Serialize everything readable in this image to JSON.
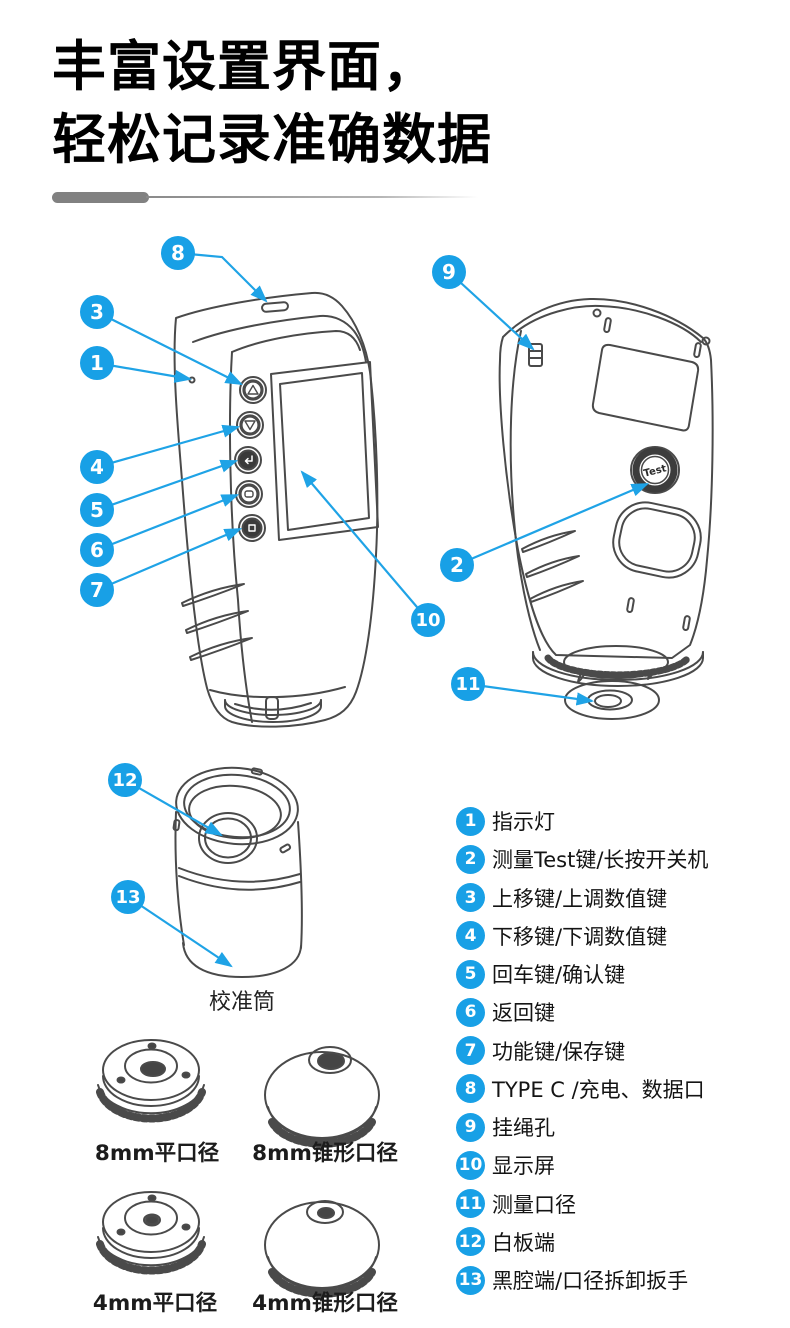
{
  "title": {
    "line1": "丰富设置界面，",
    "line2": "轻松记录准确数据"
  },
  "diagram": {
    "callouts": [
      "1",
      "2",
      "3",
      "4",
      "5",
      "6",
      "7",
      "8",
      "9",
      "10",
      "11",
      "12",
      "13"
    ],
    "test_button_label": "Test",
    "calibration_cylinder_label": "校准筒",
    "aperture_labels": [
      "8mm平口径",
      "8mm锥形口径",
      "4mm平口径",
      "4mm锥形口径"
    ]
  },
  "legend": {
    "items": [
      {
        "number": "1",
        "label": "指示灯"
      },
      {
        "number": "2",
        "label": "测量Test键/长按开关机"
      },
      {
        "number": "3",
        "label": "上移键/上调数值键"
      },
      {
        "number": "4",
        "label": "下移键/下调数值键"
      },
      {
        "number": "5",
        "label": "回车键/确认键"
      },
      {
        "number": "6",
        "label": "返回键"
      },
      {
        "number": "7",
        "label": "功能键/保存键"
      },
      {
        "number": "8",
        "label": "TYPE C /充电、数据口"
      },
      {
        "number": "9",
        "label": "挂绳孔"
      },
      {
        "number": "10",
        "label": "显示屏"
      },
      {
        "number": "11",
        "label": "测量口径"
      },
      {
        "number": "12",
        "label": "白板端"
      },
      {
        "number": "13",
        "label": "黑腔端/口径拆卸扳手"
      }
    ]
  },
  "colors": {
    "accent_blue": "#18a0e6",
    "line_art": "#4a4a4a",
    "divider_gray": "#818181",
    "title_black": "#000000"
  }
}
